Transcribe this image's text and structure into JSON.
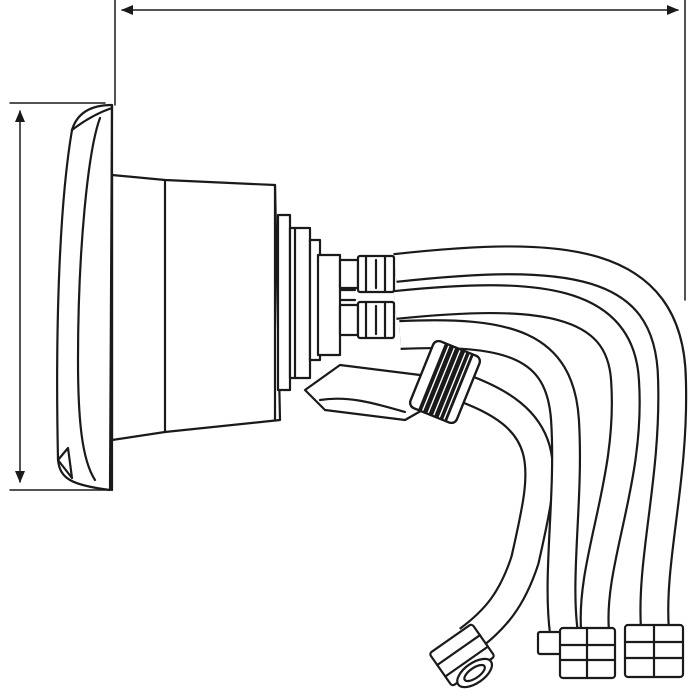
{
  "colors": {
    "line": "#1a1a1a",
    "background": "#ffffff"
  },
  "icons": {
    "width_dimension": "double-arrow-horizontal-icon",
    "height_dimension": "double-arrow-vertical-icon"
  },
  "parts": [
    "front-flange",
    "housing-body",
    "mounting-nut",
    "connector-block",
    "compression-fitting-upper",
    "compression-fitting-lower",
    "knurled-cable-gland",
    "hose-1",
    "hose-2",
    "hose-3",
    "hose-4",
    "hose-end-nut-1",
    "hose-end-nut-2",
    "hose-end-nut-3"
  ]
}
